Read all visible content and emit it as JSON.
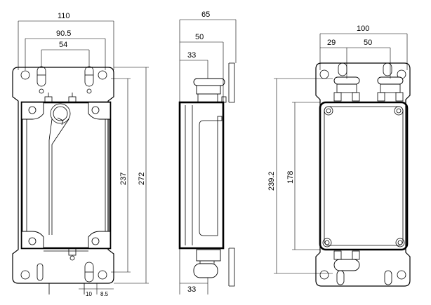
{
  "front_view": {
    "dims": {
      "overall_width": "110",
      "hole_spacing": "90.5",
      "slot_spacing": "54",
      "height_inner": "237",
      "height_overall": "272",
      "bottom_a": "10",
      "bottom_b": "8.5"
    }
  },
  "side_view": {
    "dims": {
      "depth_overall": "65",
      "depth_body": "50",
      "depth_terminal_top": "33",
      "depth_terminal_bottom": "33"
    }
  },
  "back_view": {
    "dims": {
      "overall_width": "100",
      "terminal_left": "29",
      "terminal_spacing": "50",
      "height_outer": "239.2",
      "height_body": "178"
    }
  }
}
